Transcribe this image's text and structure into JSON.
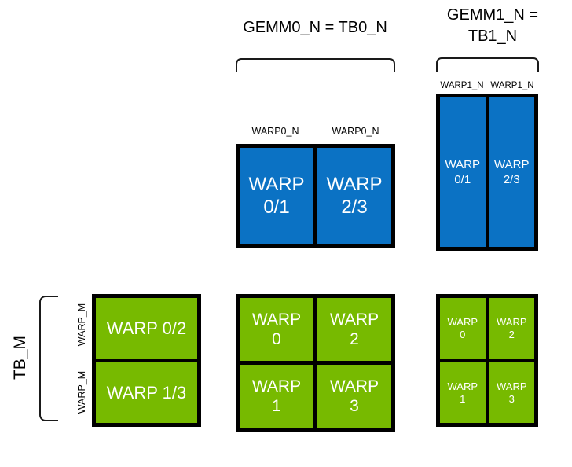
{
  "palette": {
    "blue": "#0b72c4",
    "green": "#77ba00",
    "border": "#000000",
    "text_on_fill": "#ffffff",
    "text": "#000000",
    "background": "#ffffff"
  },
  "titles": {
    "gemm0": "GEMM0_N = TB0_N",
    "gemm1": "GEMM1_N =\nTB1_N"
  },
  "axis_labels": {
    "tb_m": "TB_M",
    "warp_m": [
      "WARP_M",
      "WARP_M"
    ],
    "warp0_n": [
      "WARP0_N",
      "WARP0_N"
    ],
    "warp1_n": [
      "WARP1_N",
      "WARP1_N"
    ]
  },
  "groups": {
    "blue_gemm0": {
      "fill": "#0b72c4",
      "cells": [
        {
          "l1": "WARP",
          "l2": "0/1"
        },
        {
          "l1": "WARP",
          "l2": "2/3"
        }
      ]
    },
    "blue_gemm1": {
      "fill": "#0b72c4",
      "cells": [
        {
          "l1": "WARP",
          "l2": "0/1"
        },
        {
          "l1": "WARP",
          "l2": "2/3"
        }
      ]
    },
    "green_left": {
      "fill": "#77ba00",
      "cells": [
        {
          "l1": "WARP 0/2",
          "l2": ""
        },
        {
          "l1": "WARP 1/3",
          "l2": ""
        }
      ]
    },
    "green_mid": {
      "fill": "#77ba00",
      "cells": [
        {
          "l1": "WARP",
          "l2": "0"
        },
        {
          "l1": "WARP",
          "l2": "2"
        },
        {
          "l1": "WARP",
          "l2": "1"
        },
        {
          "l1": "WARP",
          "l2": "3"
        }
      ]
    },
    "green_right": {
      "fill": "#77ba00",
      "cells": [
        {
          "l1": "WARP",
          "l2": "0"
        },
        {
          "l1": "WARP",
          "l2": "2"
        },
        {
          "l1": "WARP",
          "l2": "1"
        },
        {
          "l1": "WARP",
          "l2": "3"
        }
      ]
    }
  }
}
